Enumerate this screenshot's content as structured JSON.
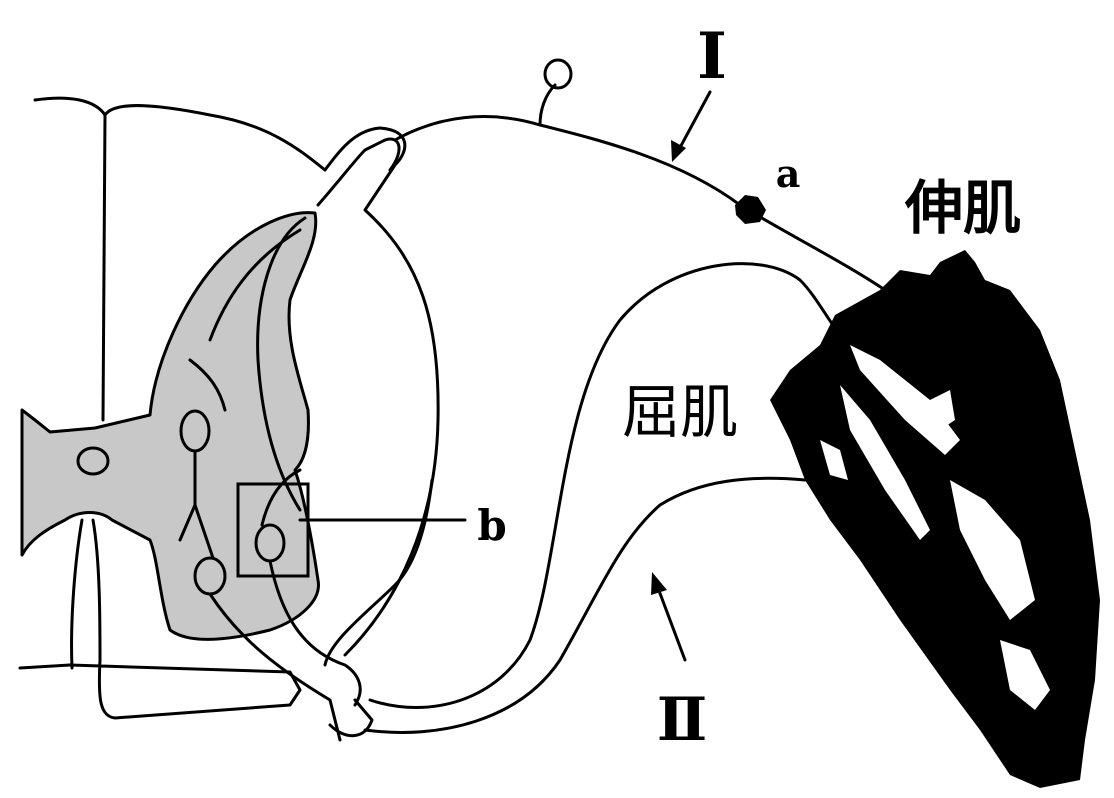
{
  "labels": {
    "nerve_one": "I",
    "nerve_two": "Ⅱ",
    "point_a": "a",
    "point_b": "b",
    "extensor": "伸肌",
    "flexor": "屈肌"
  },
  "colors": {
    "gray_matter": "#c8c8c8",
    "ink": "#000000",
    "background": "#ffffff"
  }
}
